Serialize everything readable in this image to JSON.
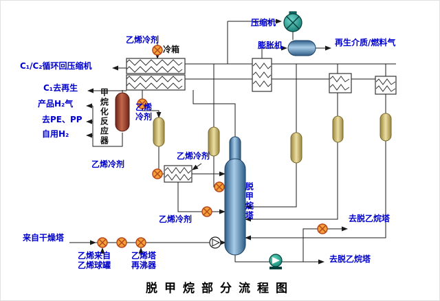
{
  "title": "脱甲烷部分流程图",
  "colors": {
    "label_blue": "#0000cc",
    "label_black": "#111111",
    "line": "#1a1a1a",
    "cooler": "#f4a13a",
    "vessel_yellow": "#d9c87c",
    "reactor_brown": "#a34a30",
    "column_blue": "#4b7fb0",
    "pump_green": "#18a08c"
  },
  "labels": {
    "compressor": "压缩机",
    "expander": "膨胀机",
    "regen_fuel_gas": "再生介质/燃料气",
    "ethylene_coolant_top": "乙烯冷剂",
    "cold_box": "冷箱",
    "c1c2_recycle": "C₁/C₂循环回压缩机",
    "c1_to_regen": "C₁去再生",
    "h2_product": "产品H₂气",
    "to_pe_pp": "去PE、PP",
    "h2_self_use": "自用H₂",
    "methanation_reactor": "甲烷化反应器",
    "ethylene_coolant_reactor": "乙烯冷剂",
    "ethylene_coolant_mid": "乙烯冷剂",
    "ethylene_coolant_left": "乙烯冷剂",
    "demethanizer": "脱甲烷塔",
    "ethylene_coolant_low": "乙烯冷剂",
    "from_dryer": "来自干燥塔",
    "ethylene_from_sphere": "乙烯来自乙烯球罐",
    "ethylene_reboiler": "乙烯塔再沸器",
    "to_deethanizer_upper": "去脱乙烷塔",
    "to_deethanizer_lower": "去脱乙烷塔"
  }
}
